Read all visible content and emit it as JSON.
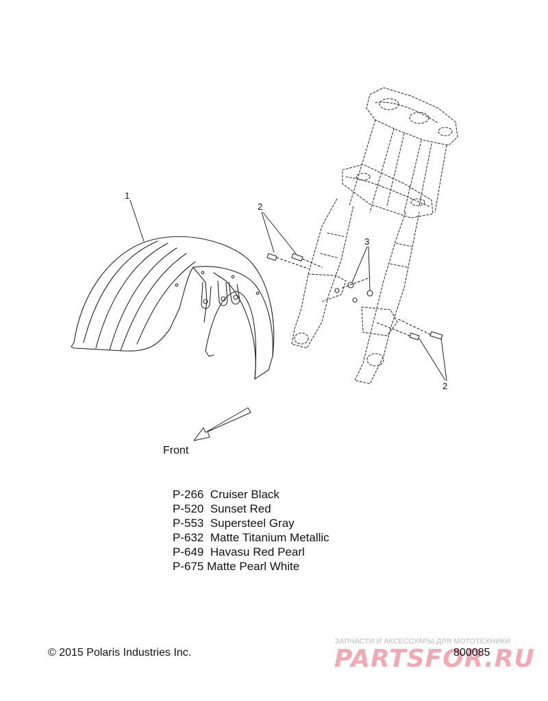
{
  "diagram": {
    "callouts": {
      "fender": "1",
      "bolts_upper": "2",
      "nuts": "3",
      "bolts_lower": "2"
    },
    "direction_label": "Front"
  },
  "paint_codes": [
    {
      "code": "P-266",
      "name": "Cruiser Black"
    },
    {
      "code": "P-520",
      "name": "Sunset Red"
    },
    {
      "code": "P-553",
      "name": "Supersteel Gray"
    },
    {
      "code": "P-632",
      "name": "Matte Titanium Metallic"
    },
    {
      "code": "P-649",
      "name": "Havasu Red Pearl"
    },
    {
      "code": "P-675",
      "name": "Matte Pearl White"
    }
  ],
  "footer": {
    "copyright": "© 2015 Polaris Industries Inc.",
    "diagram_number": "800085"
  },
  "watermark": {
    "tagline": "ЗАПЧАСТИ И АКСЕССУАРЫ ДЛЯ МОТОТЕХНИКИ",
    "logo": "PARTSFOR.RU",
    "color": "#f1aab2"
  }
}
